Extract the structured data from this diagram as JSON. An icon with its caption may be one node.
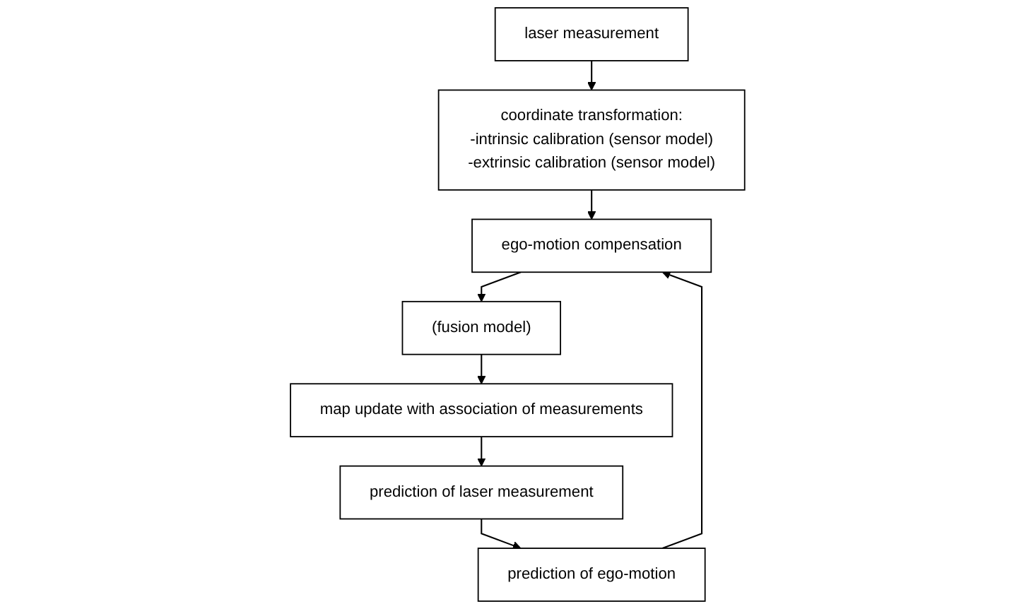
{
  "diagram": {
    "nodes": [
      {
        "text": [
          "laser measurement"
        ]
      },
      {
        "text": [
          "coordinate transformation:",
          "-intrinsic calibration (sensor model)",
          "-extrinsic calibration (sensor model)"
        ]
      },
      {
        "text": [
          "ego-motion compensation"
        ]
      },
      {
        "text": [
          "(fusion model)"
        ]
      },
      {
        "text": [
          "map update with association of measurements"
        ]
      },
      {
        "text": [
          "prediction of laser measurement"
        ]
      },
      {
        "text": [
          "prediction of ego-motion"
        ]
      }
    ],
    "edges": [
      {
        "from": 0,
        "to": 1,
        "arrow": "to"
      },
      {
        "from": 1,
        "to": 2,
        "arrow": "to"
      },
      {
        "from": 2,
        "to": 3,
        "arrow": "to"
      },
      {
        "from": 3,
        "to": 4,
        "arrow": "to"
      },
      {
        "from": 4,
        "to": 5,
        "arrow": "to"
      },
      {
        "from": 5,
        "to": 6,
        "arrow": "to"
      },
      {
        "from": 6,
        "to": 2,
        "arrow": "to"
      }
    ]
  }
}
